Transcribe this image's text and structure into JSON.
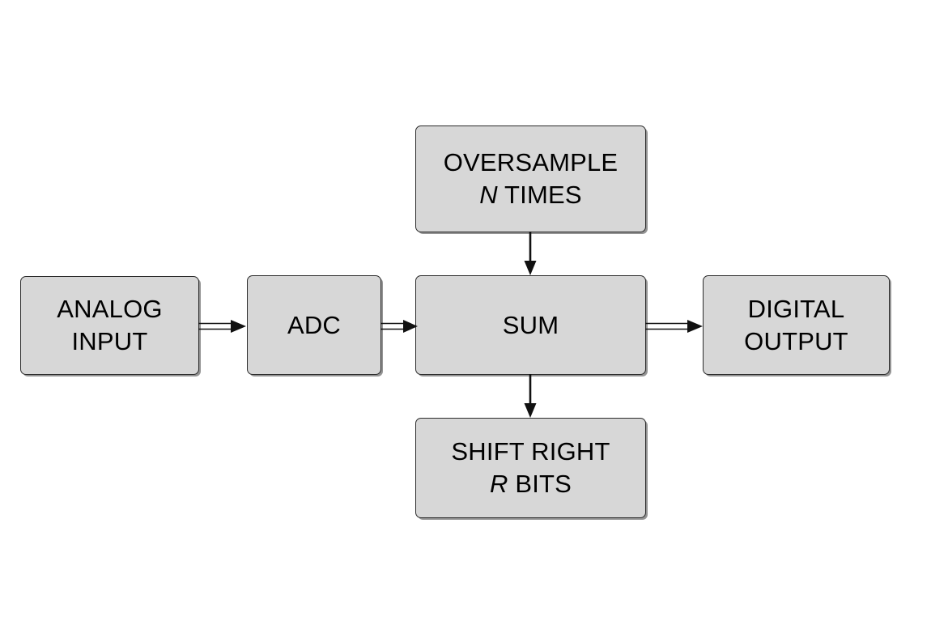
{
  "diagram": {
    "title": "Oversampling ADC block diagram",
    "background_color": "#ffffff",
    "block_fill_color": "#d7d7d7",
    "block_border_color": "#2b2b2b",
    "text_color": "#000000",
    "blocks": [
      {
        "id": "analog-input",
        "label": "ANALOG\nINPUT",
        "line1": "ANALOG",
        "line2": "INPUT"
      },
      {
        "id": "adc",
        "label": "ADC",
        "line1": "ADC",
        "line2": ""
      },
      {
        "id": "sum",
        "label": "SUM",
        "line1": "SUM",
        "line2": ""
      },
      {
        "id": "digital-output",
        "label": "DIGITAL\nOUTPUT",
        "line1": "DIGITAL",
        "line2": "OUTPUT"
      },
      {
        "id": "oversample",
        "label": "OVERSAMPLE\nN TIMES",
        "line1": "OVERSAMPLE",
        "line2_variable": "N",
        "line2_rest": " TIMES"
      },
      {
        "id": "shift-right",
        "label": "SHIFT RIGHT\nR BITS",
        "line1": "SHIFT RIGHT",
        "line2_variable": "R",
        "line2_rest": " BITS"
      }
    ],
    "arrows": [
      {
        "id": "analog-to-adc",
        "from": "analog-input",
        "to": "adc",
        "direction": "right"
      },
      {
        "id": "adc-to-sum",
        "from": "adc",
        "to": "sum",
        "direction": "right"
      },
      {
        "id": "sum-to-digital",
        "from": "sum",
        "to": "digital-output",
        "direction": "right"
      },
      {
        "id": "oversample-to-sum",
        "from": "oversample",
        "to": "sum",
        "direction": "down"
      },
      {
        "id": "sum-to-shift",
        "from": "sum",
        "to": "shift-right",
        "direction": "down"
      }
    ]
  }
}
